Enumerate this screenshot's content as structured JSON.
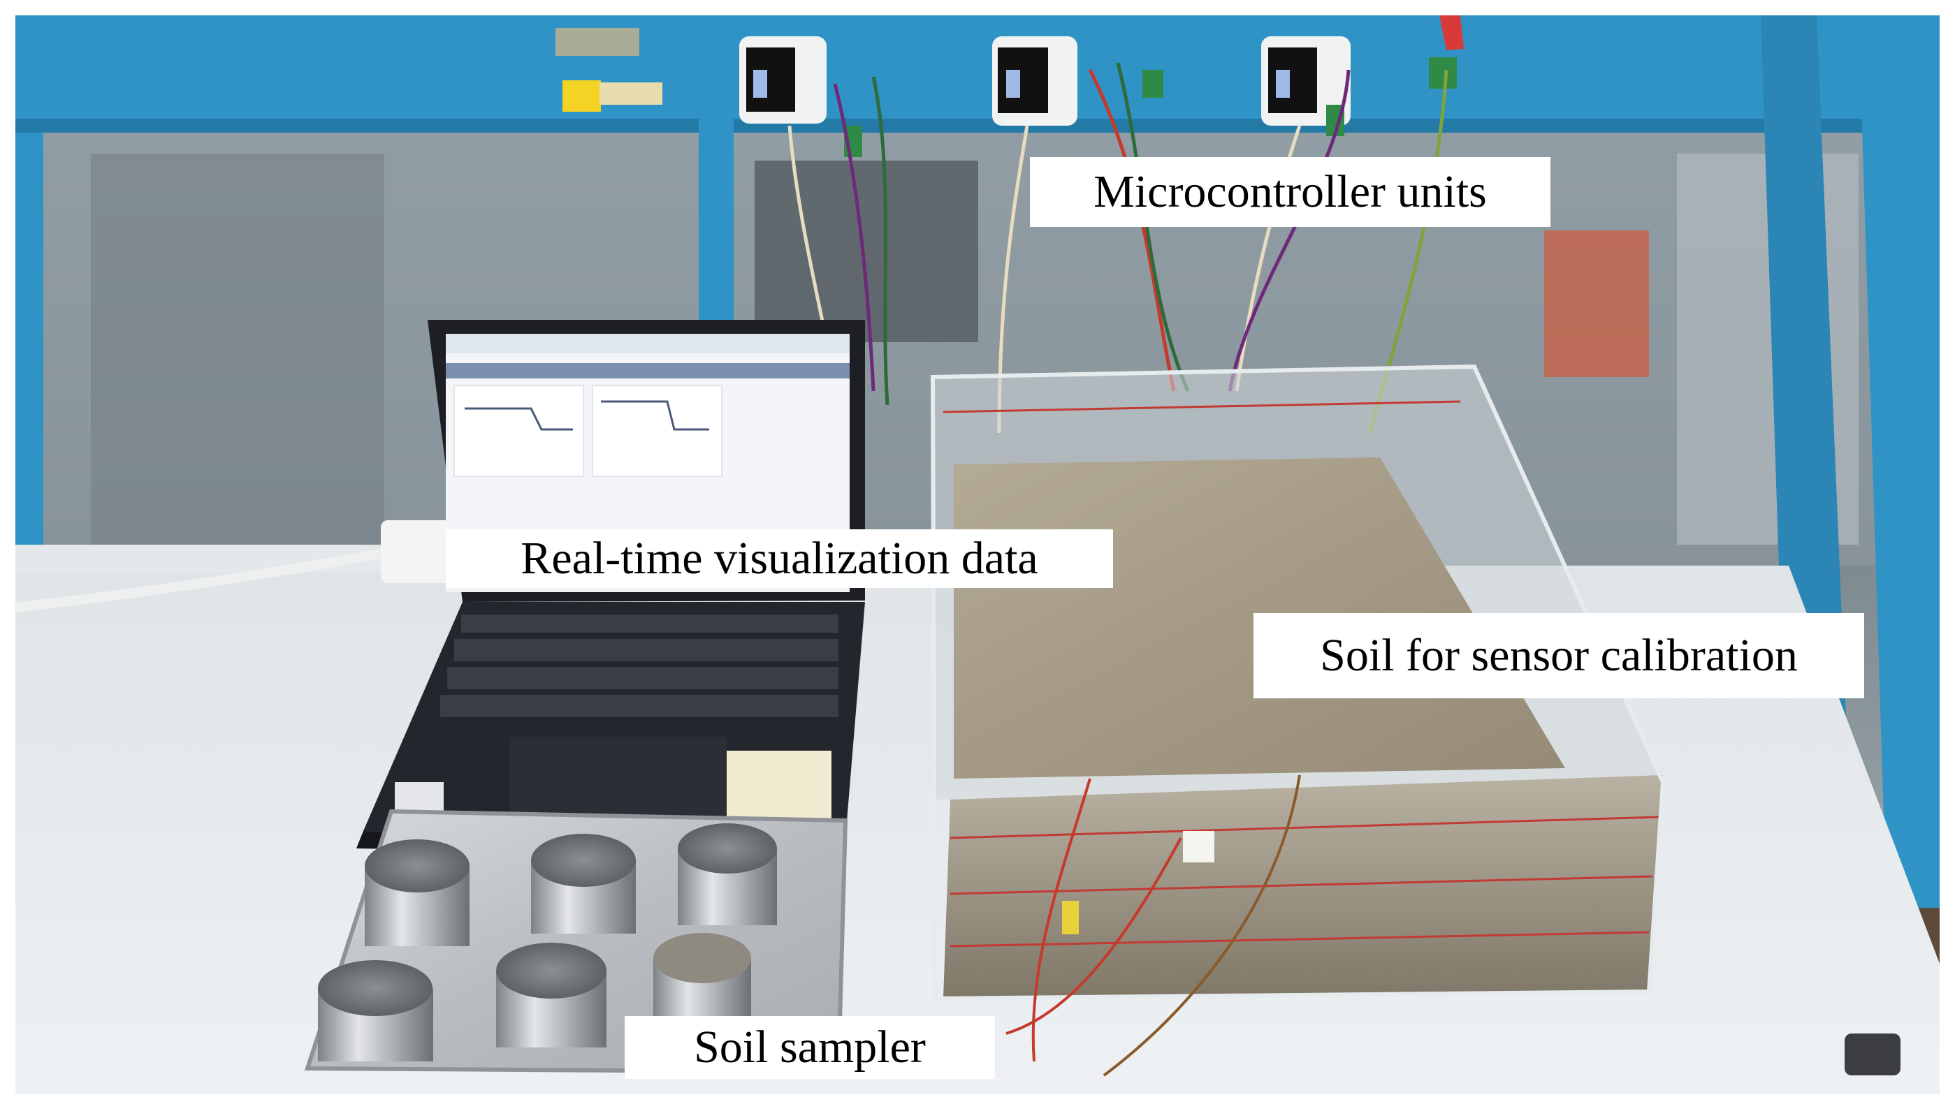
{
  "labels": {
    "microcontroller": "Microcontroller units",
    "visualization": "Real-time visualization data",
    "soil_calibration": "Soil for sensor calibration",
    "sampler": "Soil sampler"
  },
  "colors": {
    "frame_blue": "#2f93c6",
    "table_white": "#e8ecee",
    "soil_tan": "#a49a86",
    "laptop_black": "#1d1f24",
    "tray_silver": "#c9ccd0",
    "wire_red": "#c6392b"
  }
}
